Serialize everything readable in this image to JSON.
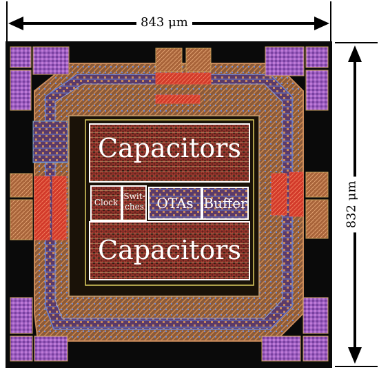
{
  "dimensions": {
    "width_label": "843 μm",
    "height_label": "832 μm"
  },
  "blocks": {
    "capacitors_top": "Capacitors",
    "clock": "Clock",
    "switches": "Swit-\nches",
    "otas": "OTAs",
    "buffer": "Buffer",
    "capacitors_bottom": "Capacitors"
  },
  "colors": {
    "die_background": "#0a0a0a",
    "pad_purple": "#9b5fc0",
    "pad_orange": "#c8703a",
    "metal_red": "#d23a2a",
    "ring_tan": "#b88a5a",
    "ring_blue": "#5a7fd0",
    "core_background": "#1a1208",
    "block_outline": "#ffffff"
  }
}
